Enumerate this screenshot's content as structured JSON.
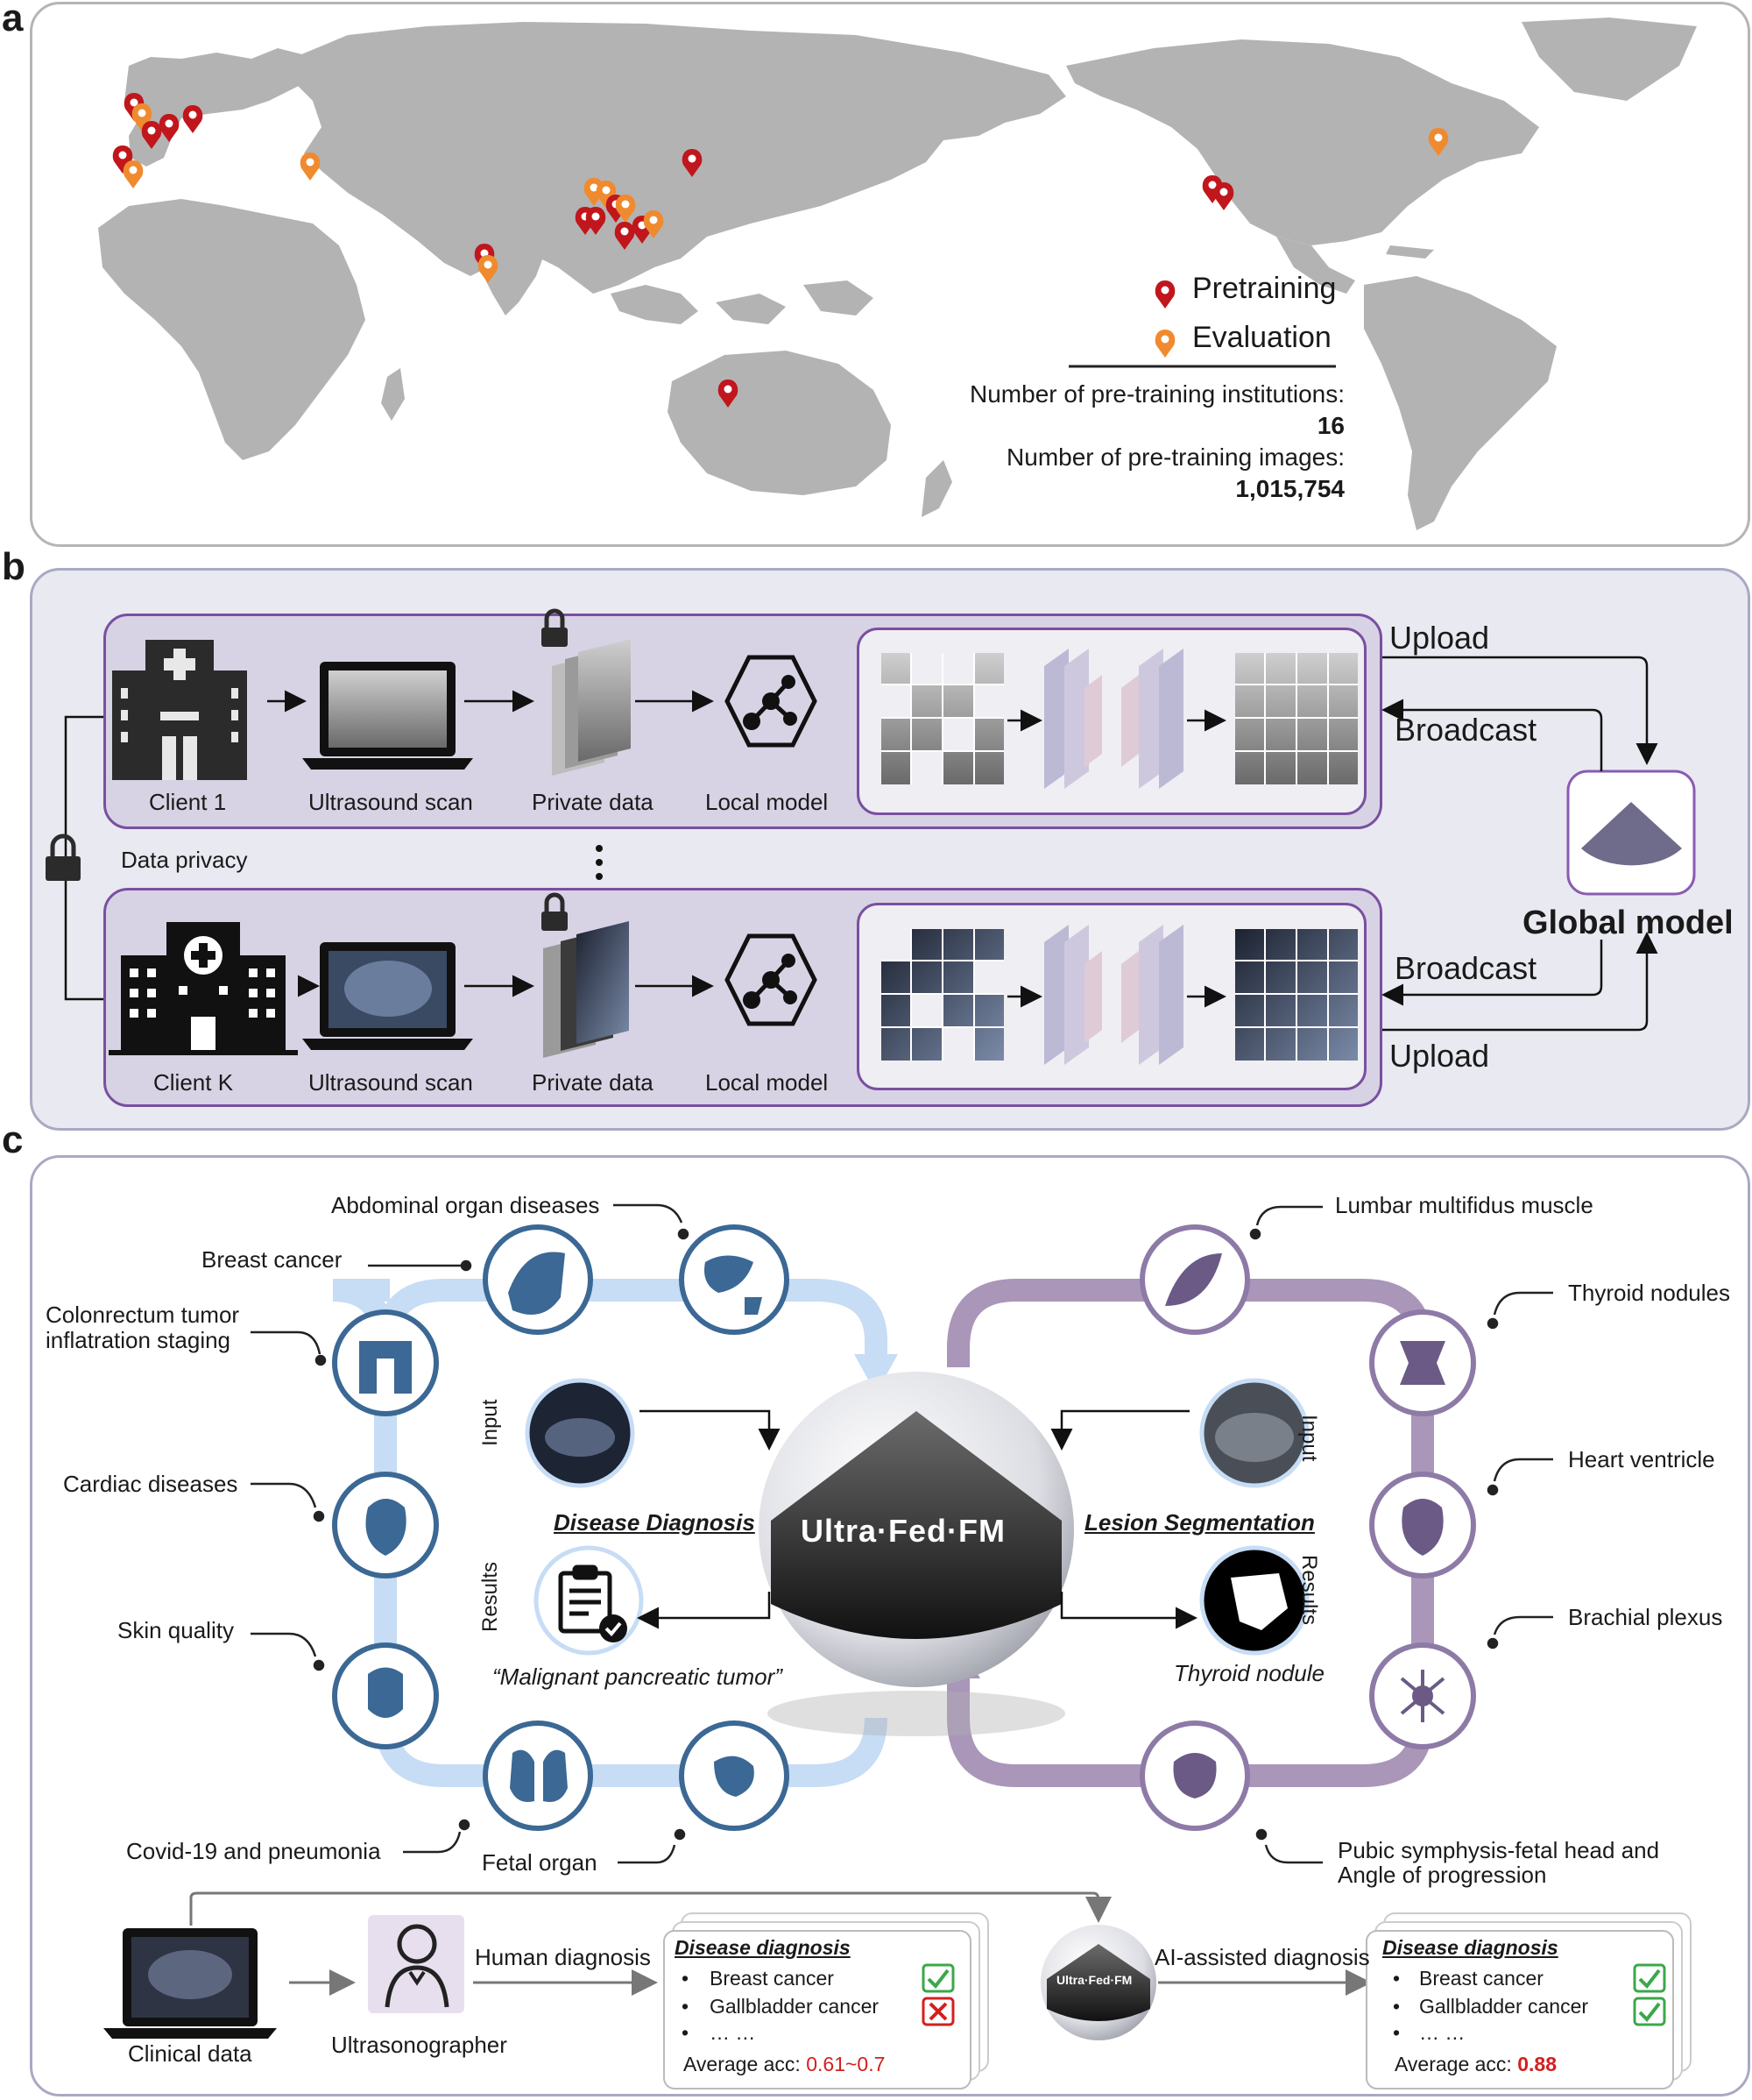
{
  "panels": {
    "a": "a",
    "b": "b",
    "c": "c"
  },
  "panel_a": {
    "legend": {
      "pretraining": "Pretraining",
      "evaluation": "Evaluation"
    },
    "stats": {
      "institutions_label": "Number of pre-training institutions:",
      "institutions_value": "16",
      "images_label": "Number of pre-training images:",
      "images_value": "1,015,754"
    },
    "colors": {
      "pretraining": "#c0161c",
      "evaluation": "#f08a2e",
      "land": "#b3b3b3"
    }
  },
  "panel_b": {
    "client1": "Client 1",
    "clientK": "Client K",
    "ultrasound_scan": "Ultrasound scan",
    "private_data": "Private data",
    "local_model": "Local model",
    "data_privacy": "Data privacy",
    "upload": "Upload",
    "broadcast": "Broadcast",
    "global_model": "Global model"
  },
  "panel_c": {
    "center_label": "Ultra·Fed·FM",
    "left_tasks": {
      "abdominal": "Abdominal organ diseases",
      "breast": "Breast cancer",
      "colon_1": "Colonrectum tumor",
      "colon_2": "inflatration staging",
      "cardiac": "Cardiac diseases",
      "skin": "Skin quality",
      "covid": "Covid-19 and pneumonia",
      "fetal": "Fetal organ"
    },
    "right_tasks": {
      "lumbar": "Lumbar multifidus muscle",
      "thyroid": "Thyroid nodules",
      "heart": "Heart ventricle",
      "brachial": "Brachial plexus",
      "pubic_1": "Pubic symphysis-fetal head and",
      "pubic_2": "Angle of progression"
    },
    "diagnosis": {
      "title": "Disease Diagnosis",
      "input": "Input",
      "results": "Results",
      "output": "“Malignant pancreatic tumor”"
    },
    "segmentation": {
      "title": "Lesion Segmentation",
      "input": "Input",
      "results": "Results",
      "output": "Thyroid nodule"
    },
    "bottom": {
      "clinical_data": "Clinical data",
      "ultrasonographer": "Ultrasonographer",
      "human_diagnosis": "Human diagnosis",
      "ai_diagnosis": "AI-assisted diagnosis",
      "card_title": "Disease diagnosis",
      "item1": "Breast cancer",
      "item2": "Gallbladder cancer",
      "item3": "… …",
      "acc_label": "Average acc: ",
      "human_acc": "0.61~0.7",
      "ai_acc": "0.88",
      "bullet": "•"
    },
    "colors": {
      "left_loop": "#c7dcf5",
      "right_loop": "#a996b9",
      "icon_blue": "#3b6894",
      "icon_purple": "#6b5a86"
    }
  }
}
